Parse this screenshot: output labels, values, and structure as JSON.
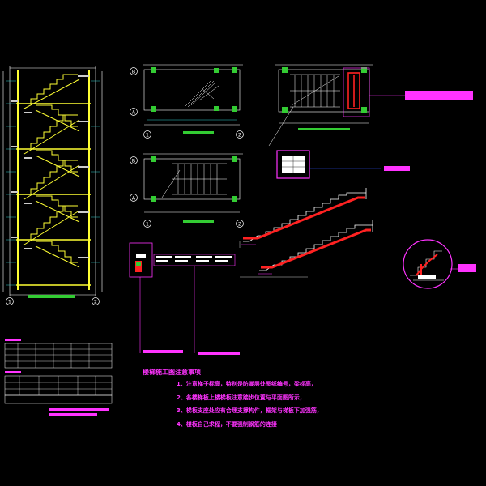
{
  "notes": {
    "title": "楼梯施工图注意事项",
    "items": [
      "1、注意梯子标高，特别是防潮层处图纸编号，梁标高，",
      "2、各楼梯板上楼梯板注意踏步位置与平面图所示，",
      "3、梯板支座处应有合理支撑构件，框架与梯板下加强筋，",
      "4、楼板自己求程，不要强制钢筋的连接"
    ]
  },
  "axes": {
    "section_bottom_left": "1",
    "section_bottom_right": "2",
    "plan_row_top": "B",
    "plan_row_bottom": "A",
    "plan_col_left": "1",
    "plan_col_right": "2"
  },
  "colors": {
    "background": "#000000",
    "structure": "#ffff33",
    "linework": "#ffffff",
    "annotation": "#ff33ff",
    "highlight": "#ff2222",
    "grid": "#33cc33",
    "dimension": "#33cccc",
    "callout": "#3355ff"
  }
}
